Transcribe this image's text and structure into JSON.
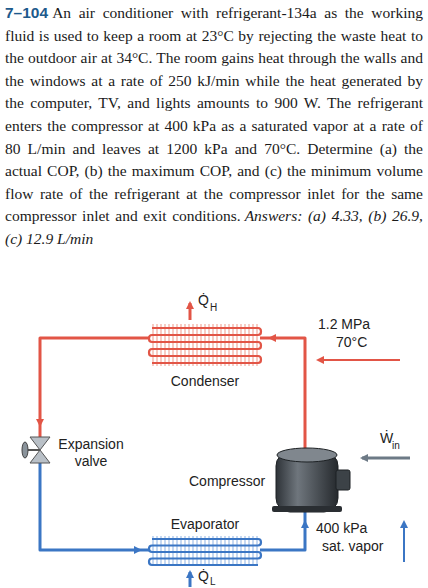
{
  "diagram": {
    "nodes": [
      {
        "text": [
          "Condenser"
        ]
      },
      {
        "text": [
          "Expansion valve"
        ]
      },
      {
        "text": [
          "Compressor"
        ]
      },
      {
        "text": [
          "Evaporator"
        ]
      }
    ],
    "edges": [
      {
        "from": 2,
        "to": 0,
        "arrow": "to"
      },
      {
        "from": 0,
        "to": 1,
        "arrow": "to"
      },
      {
        "from": 1,
        "to": 3,
        "arrow": "to"
      },
      {
        "from": 3,
        "to": 2,
        "arrow": "to"
      }
    ],
    "labels": [
      "7–104",
      "An air conditioner with refrigerant-134a as the working fluid is used to keep a room at 23°C by rejecting the waste heat to the outdoor air at 34°C. The room gains heat through the walls and the windows at a rate of 250 kJ/min while the heat generated by the computer, TV, and lights amounts to 900 W. The refrigerant enters the compressor at 400 kPa as a saturated vapor at a rate of 80 L/min and leaves at 1200 kPa and 70°C. Determine (a) the actual COP, (b) the maximum COP, and (c) the minimum volume flow rate of the refrigerant at the compressor inlet for the same compressor inlet and exit conditions.",
      "Answers: (a) 4.33, (b) 26.9, (c) 12.9 L/min",
      "Q̇",
      "H",
      "Q̇",
      "L",
      "Ẇ",
      "in",
      "1.2 MPa",
      "70°C",
      "400 kPa",
      "sat. vapor"
    ]
  }
}
